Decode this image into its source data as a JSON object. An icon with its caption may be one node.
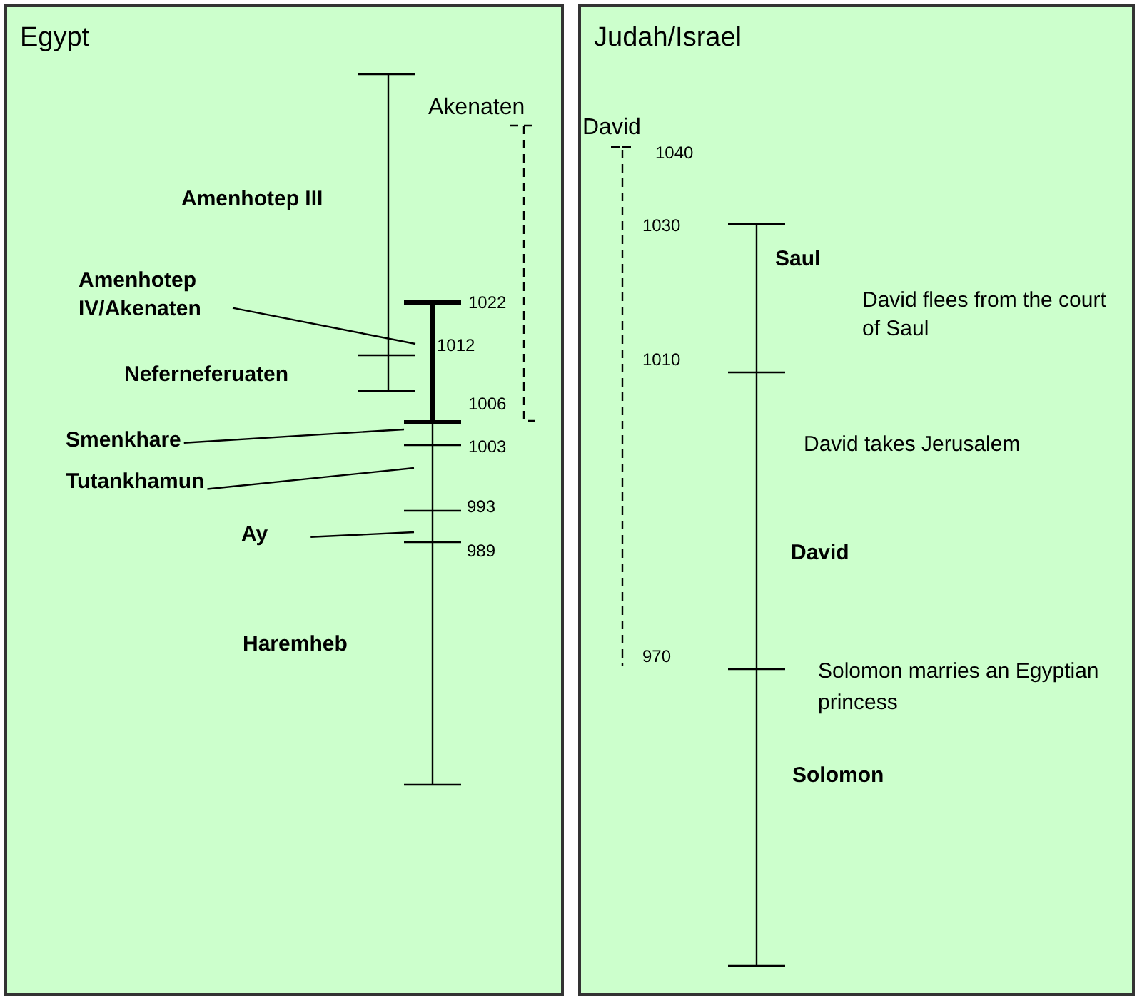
{
  "diagram": {
    "nodes": [
      {
        "text": [
          "Egypt"
        ]
      },
      {
        "text": [
          "Judah/Israel"
        ]
      },
      {
        "text": [
          "Amenhotep IV/Akenaten"
        ],
        "in": 0
      },
      {
        "text": [
          "Smenkhare"
        ],
        "in": 0
      },
      {
        "text": [
          "Tutankhamun"
        ],
        "in": 0
      },
      {
        "text": [
          "Ay"
        ],
        "in": 0
      }
    ],
    "edges": [
      {
        "from": 2,
        "to": null,
        "arrow": "none"
      },
      {
        "from": 3,
        "to": null,
        "arrow": "none"
      },
      {
        "from": 4,
        "to": null,
        "arrow": "none"
      },
      {
        "from": 5,
        "to": null,
        "arrow": "none"
      }
    ],
    "labels": [
      "Akenaten",
      "Amenhotep III",
      "1022",
      "1012",
      "Neferneferuaten",
      "1006",
      "1003",
      "993",
      "989",
      "Haremheb",
      "David",
      "1040",
      "1030",
      "Saul",
      "David flees from the court of Saul",
      "1010",
      "David takes Jerusalem",
      "David",
      "970",
      "Solomon marries an Egyptian princess",
      "Solomon"
    ]
  }
}
